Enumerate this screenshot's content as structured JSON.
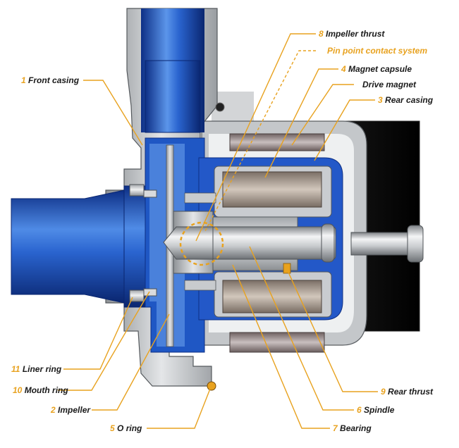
{
  "labels": {
    "impeller_thrust": {
      "num": "8",
      "text": "Impeller thrust"
    },
    "pin_point": {
      "num": "",
      "text": "Pin point contact system"
    },
    "magnet_capsule": {
      "num": "4",
      "text": "Magnet capsule"
    },
    "drive_magnet": {
      "num": "",
      "text": "Drive magnet"
    },
    "rear_casing": {
      "num": "3",
      "text": "Rear casing"
    },
    "front_casing": {
      "num": "1",
      "text": "Front casing"
    },
    "liner_ring": {
      "num": "11",
      "text": "Liner ring"
    },
    "mouth_ring": {
      "num": "10",
      "text": "Mouth ring"
    },
    "impeller": {
      "num": "2",
      "text": "Impeller"
    },
    "o_ring": {
      "num": "5",
      "text": "O ring"
    },
    "rear_thrust": {
      "num": "9",
      "text": "Rear thrust"
    },
    "spindle": {
      "num": "6",
      "text": "Spindle"
    },
    "bearing": {
      "num": "7",
      "text": "Bearing"
    }
  },
  "colors": {
    "callout": "#e8a21f",
    "liquid_blue": "#1f57c4",
    "casing_grey": "#b9bcbf",
    "motor_black": "#1b1b1b"
  }
}
